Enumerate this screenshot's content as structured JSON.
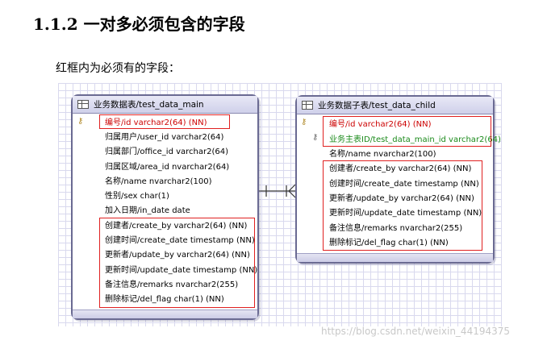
{
  "heading": "1.1.2 一对多必须包含的字段",
  "intro": "红框内为必须有的字段：",
  "main_table": {
    "title": "业务数据表/test_data_main",
    "fields": [
      "编号/id varchar2(64) (NN)",
      "归属用户/user_id varchar2(64)",
      "归属部门/office_id varchar2(64)",
      "归属区域/area_id nvarchar2(64)",
      "名称/name nvarchar2(100)",
      "性别/sex char(1)",
      "加入日期/in_date date",
      "创建者/create_by varchar2(64) (NN)",
      "创建时间/create_date timestamp (NN)",
      "更新者/update_by varchar2(64) (NN)",
      "更新时间/update_date timestamp (NN)",
      "备注信息/remarks nvarchar2(255)",
      "删除标记/del_flag char(1) (NN)"
    ]
  },
  "child_table": {
    "title": "业务数据子表/test_data_child",
    "fields": [
      "编号/id varchar2(64) (NN)",
      "业务主表ID/test_data_main_id varchar2(64)",
      "名称/name nvarchar2(100)",
      "创建者/create_by varchar2(64) (NN)",
      "创建时间/create_date timestamp (NN)",
      "更新者/update_by varchar2(64) (NN)",
      "更新时间/update_date timestamp (NN)",
      "备注信息/remarks nvarchar2(255)",
      "删除标记/del_flag char(1) (NN)"
    ]
  },
  "watermark": "https://blog.csdn.net/weixin_44194375",
  "colors": {
    "primary_key": "#cc0000",
    "foreign_key": "#1a8a1a",
    "required_box": "#e02020",
    "entity_border": "#6a6a92",
    "grid": "#d9d9ee"
  },
  "icons": {
    "primary_key": "key-icon",
    "foreign_key": "foreign-key-icon",
    "table": "table-icon"
  }
}
